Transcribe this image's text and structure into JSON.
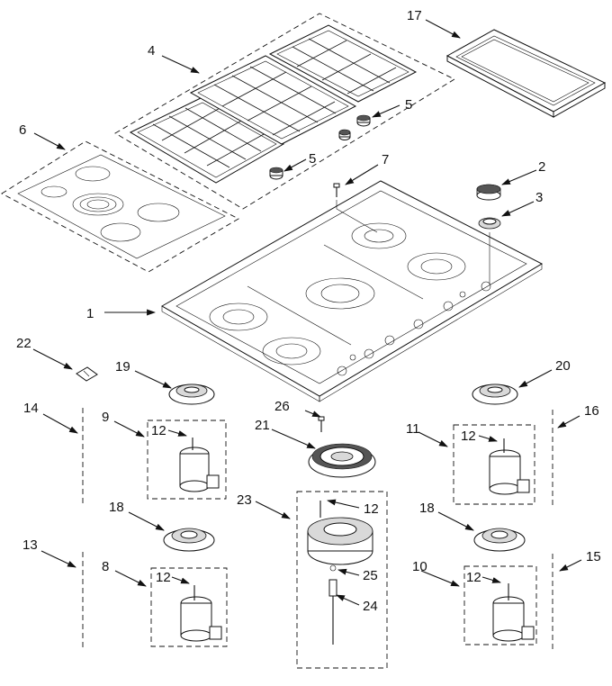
{
  "callouts": [
    {
      "num": "1"
    },
    {
      "num": "2"
    },
    {
      "num": "3"
    },
    {
      "num": "4"
    },
    {
      "num": "5"
    },
    {
      "num": "5"
    },
    {
      "num": "6"
    },
    {
      "num": "7"
    },
    {
      "num": "8"
    },
    {
      "num": "9"
    },
    {
      "num": "10"
    },
    {
      "num": "11"
    },
    {
      "num": "12"
    },
    {
      "num": "12"
    },
    {
      "num": "12"
    },
    {
      "num": "12"
    },
    {
      "num": "12"
    },
    {
      "num": "13"
    },
    {
      "num": "14"
    },
    {
      "num": "15"
    },
    {
      "num": "16"
    },
    {
      "num": "17"
    },
    {
      "num": "18"
    },
    {
      "num": "18"
    },
    {
      "num": "19"
    },
    {
      "num": "20"
    },
    {
      "num": "21"
    },
    {
      "num": "22"
    },
    {
      "num": "23"
    },
    {
      "num": "24"
    },
    {
      "num": "25"
    },
    {
      "num": "26"
    }
  ]
}
